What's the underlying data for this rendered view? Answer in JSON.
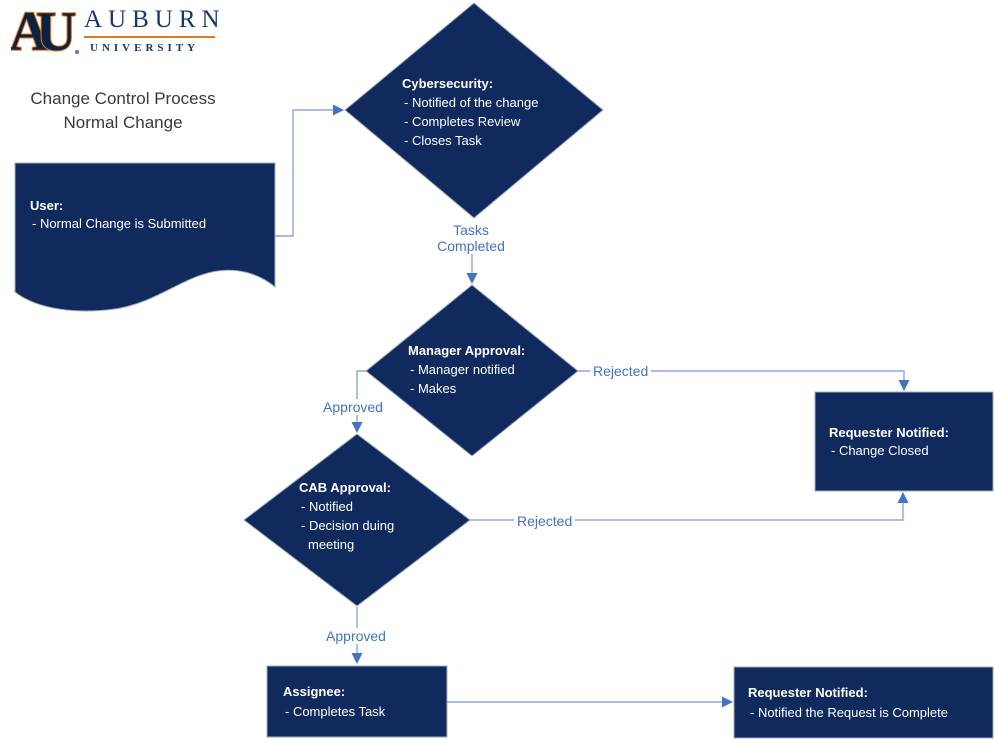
{
  "header": {
    "logo": {
      "monogram_a": "A",
      "monogram_u": "U",
      "wordmark": "AUBURN",
      "subtext": "UNIVERSITY"
    },
    "title_line1": "Change Control Process",
    "title_line2": "Normal Change"
  },
  "nodes": {
    "user": {
      "shape": "document",
      "title": "User:",
      "line1": "- Normal Change is Submitted"
    },
    "cybersecurity": {
      "shape": "diamond",
      "title": "Cybersecurity:",
      "line1": "- Notified of the change",
      "line2": "- Completes Review",
      "line3": "- Closes Task"
    },
    "manager_approval": {
      "shape": "diamond",
      "title": "Manager Approval:",
      "line1": "- Manager notified",
      "line2": "- Makes"
    },
    "cab_approval": {
      "shape": "diamond",
      "title": "CAB Approval:",
      "line1": "- Notified",
      "line2": "- Decision duing",
      "line3": "meeting"
    },
    "requester_closed": {
      "shape": "rectangle",
      "title": "Requester Notified:",
      "line1": "- Change Closed"
    },
    "assignee": {
      "shape": "rectangle",
      "title": "Assignee:",
      "line1": "- Completes Task"
    },
    "requester_complete": {
      "shape": "rectangle",
      "title": "Requester Notified:",
      "line1": "- Notified the Request is Complete"
    }
  },
  "connector_labels": {
    "tasks_line1": "Tasks",
    "tasks_line2": "Completed",
    "manager_approved": "Approved",
    "manager_rejected": "Rejected",
    "cab_rejected": "Rejected",
    "cab_approved": "Approved"
  },
  "colors": {
    "node_fill": "#112A5E",
    "node_border": "#9FACC2",
    "node_text": "#FFFFFF",
    "connector_line": "#8DA6DB",
    "arrowhead": "#4472C4",
    "label_text": "#4472C4",
    "auburn_navy": "#0C2340",
    "auburn_orange": "#E87722",
    "title_text": "#3A3A3A"
  }
}
